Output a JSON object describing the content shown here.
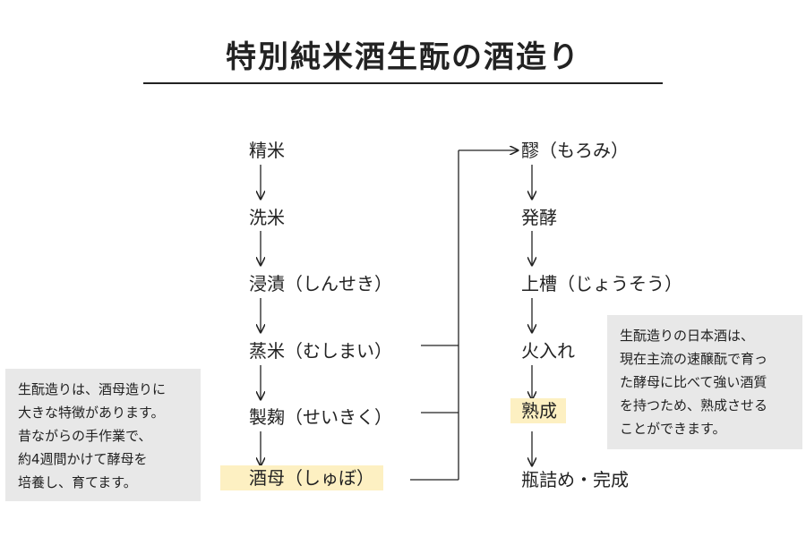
{
  "title": "特別純米酒生酛の酒造り",
  "left_steps": [
    "精米",
    "洗米",
    "浸漬（しんせき）",
    "蒸米（むしまい）",
    "製麹（せいきく）",
    "酒母（しゅぼ）"
  ],
  "right_steps": [
    "醪（もろみ）",
    "発酵",
    "上槽（じょうそう）",
    "火入れ",
    "熟成",
    "瓶詰め・完成"
  ],
  "notes": {
    "left": [
      "生酛造りは、酒母造りに",
      "大きな特徴があります。",
      "昔ながらの手作業で、",
      "約4週間かけて酵母を",
      "培養し、育てます。"
    ],
    "right": [
      "生酛造りの日本酒は、",
      "現在主流の速醸酛で育っ",
      "た酵母に比べて強い酒質",
      "を持つため、熟成させる",
      "ことができます。"
    ]
  },
  "colors": {
    "highlight": "#fdf0c2",
    "note_bg": "#e8e8e8",
    "line": "#222222"
  }
}
